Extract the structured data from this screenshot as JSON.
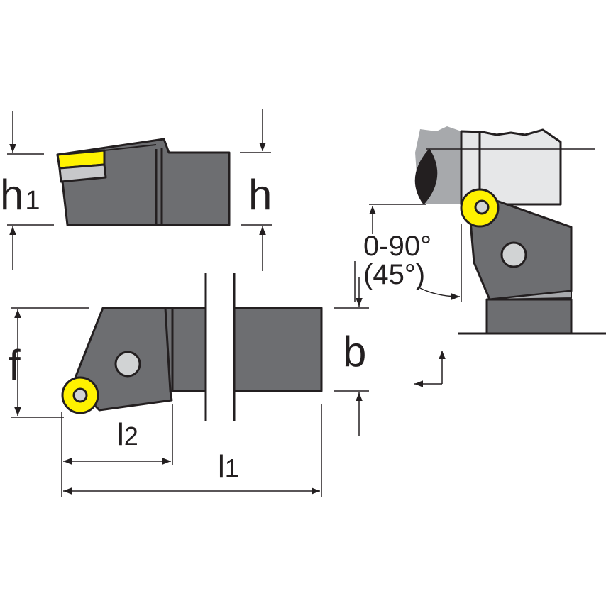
{
  "labels": {
    "h1_main": "h",
    "h1_sub": "1",
    "h": "h",
    "f": "f",
    "b": "b",
    "l2_main": "l",
    "l2_sub": "2",
    "l1_main": "l",
    "l1_sub": "1",
    "angle_range": "0-90°",
    "angle_default": "(45°)"
  },
  "colors": {
    "body": "#6d6e71",
    "outline": "#231f20",
    "insert": "#fff200",
    "light_gray": "#c7c8ca",
    "workpiece": "#e6e7e8"
  }
}
